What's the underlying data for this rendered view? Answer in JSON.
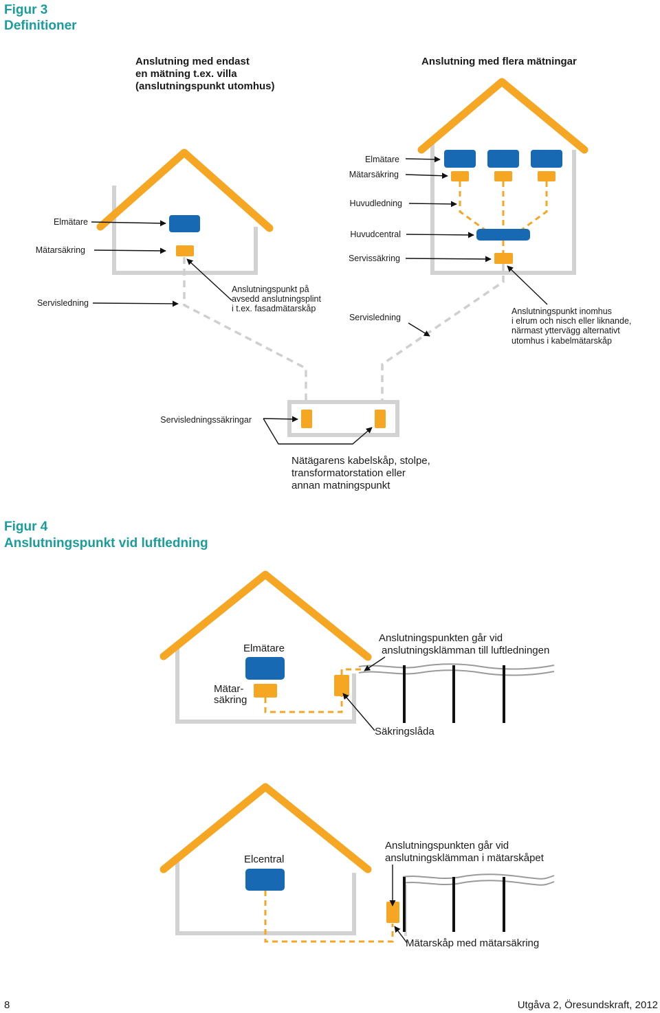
{
  "fig3": {
    "number": "Figur 3",
    "title": "Definitioner",
    "left_heading": [
      "Anslutning med endast",
      "en mätning t.ex. villa",
      "(anslutningspunkt utomhus)"
    ],
    "right_heading": "Anslutning med flera mätningar",
    "left": {
      "elmatare": "Elmätare",
      "matarsakring": "Mätarsäkring",
      "servisledning": "Servisledning",
      "anslutningspunkt": [
        "Anslutningspunkt på",
        "avsedd anslutningsplint",
        "i t.ex. fasadmätarskåp"
      ]
    },
    "right": {
      "elmatare": "Elmätare",
      "matarsakring": "Mätarsäkring",
      "huvudledning": "Huvudledning",
      "huvudcentral": "Huvudcentral",
      "servissakring": "Servissäkring",
      "servisledning": "Servisledning",
      "anslutningspunkt": [
        "Anslutningspunkt inomhus",
        "i elrum och nisch eller liknande,",
        "närmast yttervägg alternativt",
        "utomhus i kabelmätarskåp"
      ]
    },
    "servisledningssakringar": "Servisledningssäkringar",
    "natagare": [
      "Nätägarens kabelskåp, stolpe,",
      "transformatorstation eller",
      "annan matningspunkt"
    ]
  },
  "fig4": {
    "number": "Figur 4",
    "title": "Anslutningspunkt vid luftledning",
    "house1": {
      "elmatare": "Elmätare",
      "matarsakring": [
        "Mätar-",
        "säkring"
      ],
      "anslutningspunkten": [
        "Anslutningspunkten går vid",
        "anslutningsklämman till luftledningen"
      ],
      "sakringslada": "Säkringslåda"
    },
    "house2": {
      "elcentral": "Elcentral",
      "anslutningspunkten": [
        "Anslutningspunkten går vid",
        "anslutningsklämman i mätarskåpet"
      ],
      "matarskap": "Mätarskåp med mätarsäkring"
    }
  },
  "footer": {
    "page": "8",
    "edition": "Utgåva 2, Öresundskraft, 2012"
  },
  "colors": {
    "title_teal": "#1a9c9c",
    "roof_orange": "#f5a623",
    "meter_blue": "#1769b3",
    "wall_grey": "#d2d2d2"
  }
}
